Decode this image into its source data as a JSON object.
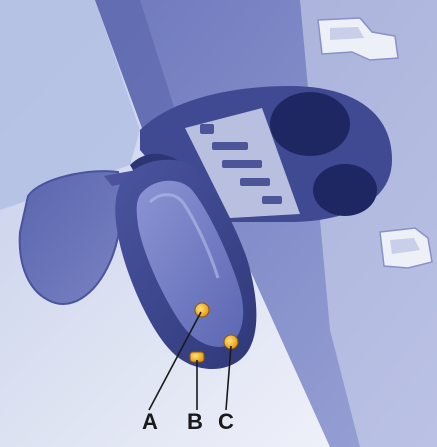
{
  "callouts": {
    "a": "A",
    "b": "B",
    "c": "C"
  },
  "colors": {
    "background": "#dfe4f3",
    "sky": "#b9c4e6",
    "headliner": "#7d87c4",
    "mirror_dark": "#3c4687",
    "mirror_mid": "#6d78bf",
    "led_amber": "#f3b228",
    "label_text": "#1a1a1a"
  },
  "icons": [
    "rearview-mirror-icon",
    "overhead-console-icon",
    "sun-visor-clip-icon",
    "led-indicator-icon"
  ]
}
